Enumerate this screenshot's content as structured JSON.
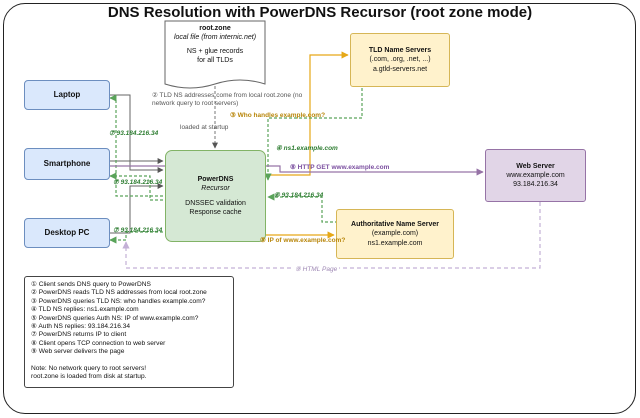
{
  "title": "DNS Resolution with PowerDNS Recursor (root zone mode)",
  "root_zone": {
    "name": "root.zone",
    "subtitle": "local file (from internic.net)",
    "desc_line1": "NS + glue records",
    "desc_line2": "for all TLDs"
  },
  "clients": {
    "laptop": "Laptop",
    "smartphone": "Smartphone",
    "desktop": "Desktop PC"
  },
  "powerdns": {
    "title": "PowerDNS",
    "subtitle": "Recursor",
    "line1": "DNSSEC validation",
    "line2": "Response cache"
  },
  "tld_servers": {
    "title": "TLD Name Servers",
    "line1": "(.com, .org, .net, ...)",
    "line2": "a.gtld-servers.net"
  },
  "auth_server": {
    "title": "Authoritative Name Server",
    "line1": "(example.com)",
    "line2": "ns1.example.com"
  },
  "web_server": {
    "title": "Web Server",
    "line1": "www.example.com",
    "line2": "93.184.216.34"
  },
  "labels": {
    "step2_line1": "② TLD NS addresses come from local root.zone (no",
    "step2_line2": "network query to root servers)",
    "loaded": "loaded at startup",
    "step3": "③ Who handles example.com?",
    "step4": "④ ns1.example.com",
    "step5": "⑤ IP of www.example.com?",
    "step6": "⑥ 93.184.216.34",
    "step7_laptop": "⑦ 93.184.216.34",
    "step7_smartphone": "⑦ 93.184.216.34",
    "step7_desktop": "⑦ 93.184.216.34",
    "step8": "⑧ HTTP GET www.example.com",
    "step9": "⑨ HTML Page"
  },
  "legend": {
    "items": [
      "① Client sends DNS query to PowerDNS",
      "② PowerDNS reads TLD NS addresses from local root.zone",
      "③ PowerDNS queries TLD NS: who handles example.com?",
      "④ TLD NS replies: ns1.example.com",
      "⑤ PowerDNS queries Auth NS: IP of www.example.com?",
      "⑥ Auth NS replies: 93.184.216.34",
      "⑦ PowerDNS returns IP to client",
      "⑧ Client opens TCP connection to web server",
      "⑨ Web server delivers the page"
    ],
    "note_line1": "Note: No network query to root servers!",
    "note_line2": "root.zone is loaded from disk at startup."
  },
  "colors": {
    "green_arrow": "#5aa35a",
    "orange_arrow": "#e6a817",
    "purple_arrow": "#9673a6",
    "gray_arrow": "#777777",
    "pale_purple": "#c3b0d6"
  }
}
